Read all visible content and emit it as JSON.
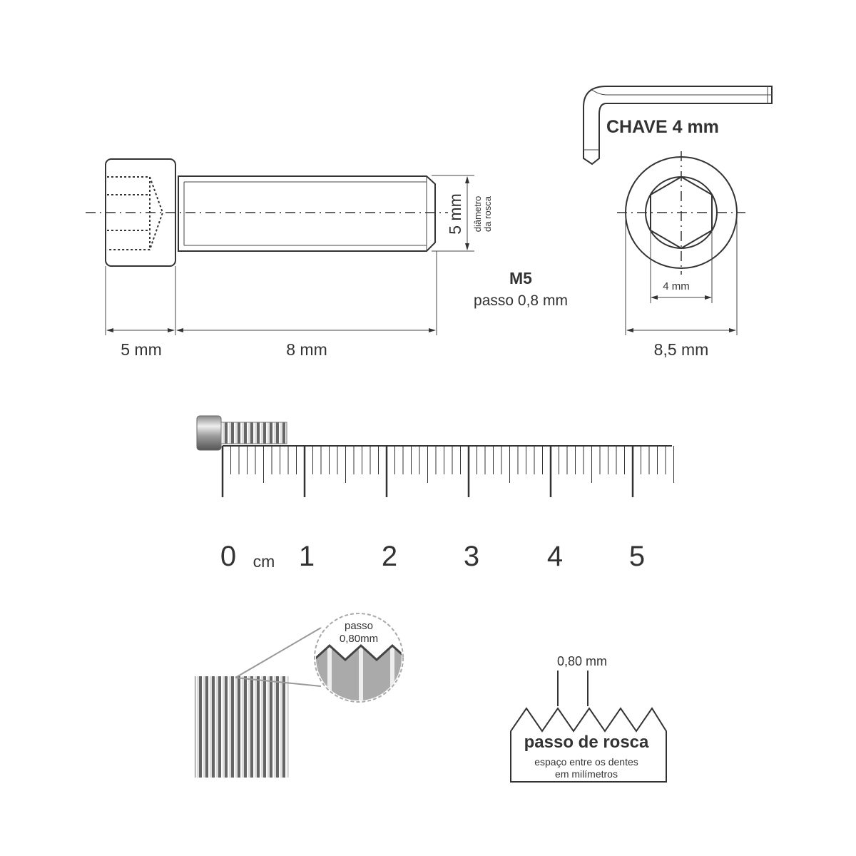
{
  "side_view": {
    "head_length": "5 mm",
    "shank_length": "8 mm",
    "thread_diameter": "5 mm",
    "thread_diameter_label_1": "diâmetro",
    "thread_diameter_label_2": "da rosca"
  },
  "spec": {
    "size": "M5",
    "pitch": "passo 0,8 mm"
  },
  "key": {
    "label": "CHAVE 4 mm"
  },
  "end_view": {
    "socket": "4 mm",
    "head_diameter": "8,5 mm"
  },
  "ruler": {
    "unit": "cm",
    "labels": [
      "0",
      "1",
      "2",
      "3",
      "4",
      "5"
    ],
    "length_cm": 5.5
  },
  "zoom_detail": {
    "line1": "passo",
    "line2": "0,80mm"
  },
  "pitch_diagram": {
    "value": "0,80 mm",
    "title": "passo de rosca",
    "desc_1": "espaço entre os dentes",
    "desc_2": "em milímetros"
  }
}
